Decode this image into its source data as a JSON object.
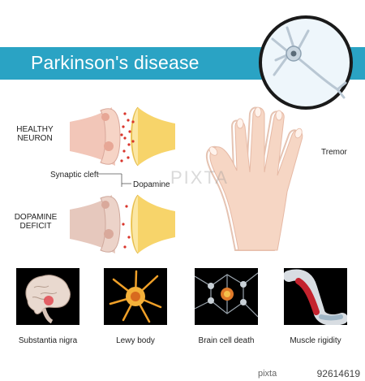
{
  "title": "Parkinson's disease",
  "labels": {
    "healthy_neuron": "HEALTHY NEURON",
    "synaptic_cleft": "Synaptic cleft",
    "dopamine": "Dopamine",
    "dopamine_deficit": "DOPAMINE DEFICIT",
    "tremor": "Tremor"
  },
  "tiles": [
    {
      "caption": "Substantia nigra",
      "icon": "brain-icon"
    },
    {
      "caption": "Lewy body",
      "icon": "lewy-body-icon"
    },
    {
      "caption": "Brain cell death",
      "icon": "neurons-icon"
    },
    {
      "caption": "Muscle rigidity",
      "icon": "arm-muscle-icon"
    }
  ],
  "watermark": "PIXTA",
  "stock": {
    "brand": "pixta",
    "id": "92614619"
  },
  "colors": {
    "banner": "#2aa3c4",
    "neuron_pink": "#f2c6b8",
    "neuron_yellow": "#f7d46a",
    "dopamine_red": "#d9342b"
  }
}
